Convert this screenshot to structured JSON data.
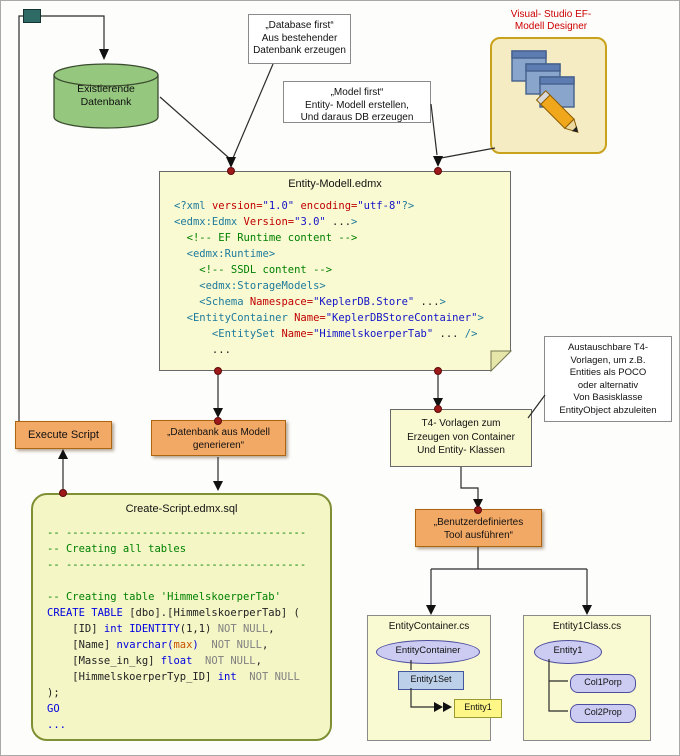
{
  "diagram": {
    "database": {
      "label": "Existierende\nDatenbank"
    },
    "notes": {
      "database_first": "„Database first“\nAus bestehender\nDatenbank erzeugen",
      "model_first": "„Model first“\nEntity- Modell erstellen,\nUnd daraus DB erzeugen",
      "t4_templates": "Austauschbare T4-\nVorlagen, um z.B.\nEntities als POCO\noder alternativ\nVon Basisklasse\nEntityObject abzuleiten"
    },
    "designer": {
      "caption": "Visual- Studio EF-\nModell Designer"
    },
    "edmx": {
      "title": "Entity-Modell.edmx"
    },
    "actions": {
      "execute_script": "Execute Script",
      "generate_db": "„Datenbank aus Modell\ngenerieren“",
      "run_custom_tool": "„Benutzerdefiniertes\nTool ausführen“"
    },
    "t4_box": {
      "label": "T4- Vorlagen zum\nErzeugen von Container\nUnd Entity- Klassen"
    },
    "create_script": {
      "title": "Create-Script.edmx.sql"
    },
    "entity_container_cs": {
      "title": "EntityContainer.cs",
      "container": "EntityContainer",
      "entity_set": "Entity1Set",
      "entity_tag": "Entity1"
    },
    "entity1_class_cs": {
      "title": "Entity1Class.cs",
      "entity": "Entity1",
      "prop1": "Col1Porp",
      "prop2": "Col2Prop"
    }
  },
  "edmx_code": [
    [
      [
        "tag",
        "<?xml "
      ],
      [
        "attr",
        "version="
      ],
      [
        "val",
        "\"1.0\""
      ],
      [
        "attr",
        " encoding="
      ],
      [
        "val",
        "\"utf-8\""
      ],
      [
        "tag",
        "?>"
      ]
    ],
    [
      [
        "tag",
        "<edmx:Edmx "
      ],
      [
        "attr",
        "Version="
      ],
      [
        "val",
        "\"3.0\""
      ],
      [
        "plain",
        " ..."
      ],
      [
        "tag",
        ">"
      ]
    ],
    [
      [
        "comment",
        "  <!-- EF Runtime content -->"
      ]
    ],
    [
      [
        "tag",
        "  <edmx:Runtime>"
      ]
    ],
    [
      [
        "comment",
        "    <!-- SSDL content -->"
      ]
    ],
    [
      [
        "tag",
        "    <edmx:StorageModels>"
      ]
    ],
    [
      [
        "tag",
        "    <Schema "
      ],
      [
        "attr",
        "Namespace="
      ],
      [
        "val",
        "\"KeplerDB.Store\""
      ],
      [
        "plain",
        " ..."
      ],
      [
        "tag",
        ">"
      ]
    ],
    [
      [
        "tag",
        "  <EntityContainer "
      ],
      [
        "attr",
        "Name="
      ],
      [
        "val",
        "\"KeplerDBStoreContainer\""
      ],
      [
        "tag",
        ">"
      ]
    ],
    [
      [
        "tag",
        "      <EntitySet "
      ],
      [
        "attr",
        "Name="
      ],
      [
        "val",
        "\"HimmelskoerperTab\""
      ],
      [
        "plain",
        " ..."
      ],
      [
        "tag",
        " />"
      ]
    ],
    [
      [
        "plain",
        "      ..."
      ]
    ]
  ],
  "sql_code": [
    [
      [
        "comment",
        "-- --------------------------------------"
      ]
    ],
    [
      [
        "comment",
        "-- Creating all tables"
      ]
    ],
    [
      [
        "comment",
        "-- --------------------------------------"
      ]
    ],
    [],
    [
      [
        "comment",
        "-- Creating table 'HimmelskoerperTab'"
      ]
    ],
    [
      [
        "kw",
        "CREATE TABLE "
      ],
      [
        "plain",
        "[dbo].[HimmelskoerperTab] ("
      ]
    ],
    [
      [
        "plain",
        "    [ID] "
      ],
      [
        "kw",
        "int IDENTITY"
      ],
      [
        "plain",
        "(1,1)"
      ],
      [
        "gray",
        " NOT NULL"
      ],
      [
        "plain",
        ","
      ]
    ],
    [
      [
        "plain",
        "    [Name] "
      ],
      [
        "kw",
        "nvarchar("
      ],
      [
        "red",
        "max"
      ],
      [
        "kw",
        ")"
      ],
      [
        "gray",
        "  NOT NULL"
      ],
      [
        "plain",
        ","
      ]
    ],
    [
      [
        "plain",
        "    [Masse_in_kg] "
      ],
      [
        "kw",
        "float"
      ],
      [
        "gray",
        "  NOT NULL"
      ],
      [
        "plain",
        ","
      ]
    ],
    [
      [
        "plain",
        "    [HimmelskoerperTyp_ID] "
      ],
      [
        "kw",
        "int"
      ],
      [
        "gray",
        "  NOT NULL"
      ]
    ],
    [
      [
        "plain",
        ");"
      ]
    ],
    [
      [
        "kw",
        "GO"
      ]
    ],
    [
      [
        "kw",
        "..."
      ]
    ]
  ],
  "colors": {
    "caption_red": "#cc0000",
    "node_yellow": "#fafad2",
    "node_orange": "#f3a966",
    "database_green": "#95c77e",
    "script_green_border": "#7f8f33",
    "connector": "#2b2b2b",
    "connection_dot": "#9e1a1a",
    "uml_lavender": "#ccccf2",
    "uml_blue": "#bdd0e9",
    "uml_yellow_tag": "#fef686"
  }
}
